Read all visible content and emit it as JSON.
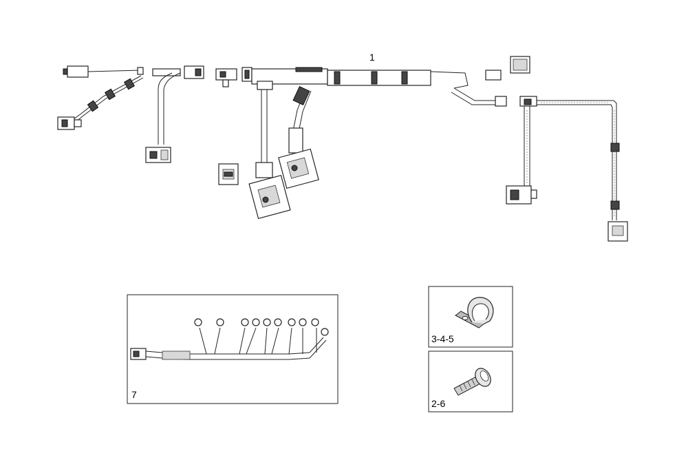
{
  "callouts": {
    "harness_main": "1",
    "harness_seven": "7",
    "clamp": "3-4-5",
    "bolt": "2-6"
  }
}
